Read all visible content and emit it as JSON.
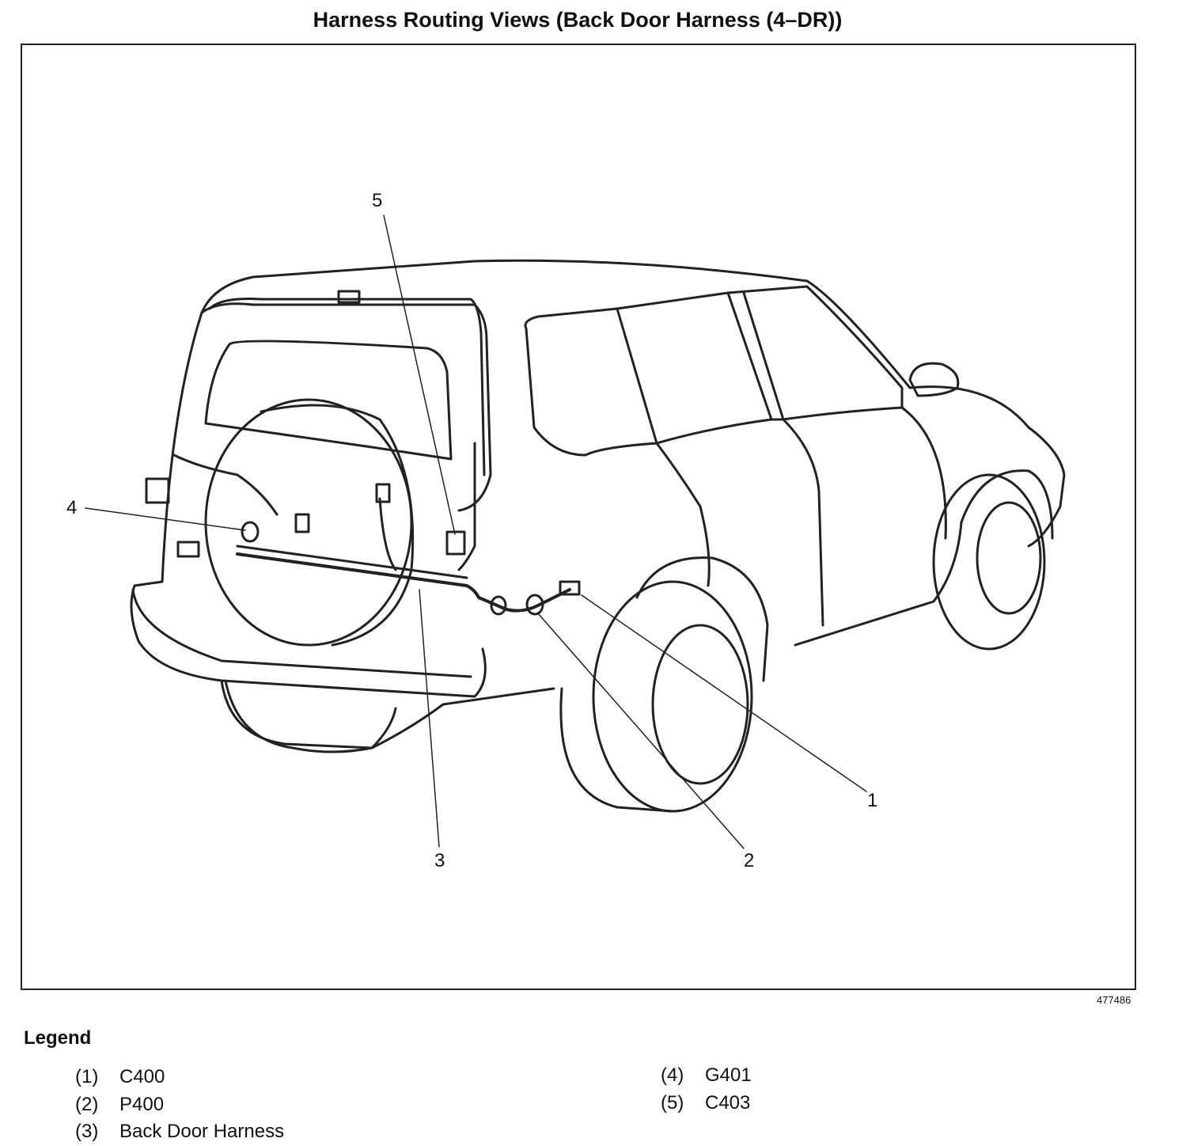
{
  "title": "Harness Routing Views (Back Door Harness (4–DR))",
  "figure_id": "477486",
  "callouts": [
    "1",
    "2",
    "3",
    "4",
    "5"
  ],
  "legend": {
    "title": "Legend",
    "items": [
      {
        "num": "(1)",
        "label": "C400"
      },
      {
        "num": "(2)",
        "label": "P400"
      },
      {
        "num": "(3)",
        "label": "Back Door Harness"
      },
      {
        "num": "(4)",
        "label": "G401"
      },
      {
        "num": "(5)",
        "label": "C403"
      }
    ]
  }
}
